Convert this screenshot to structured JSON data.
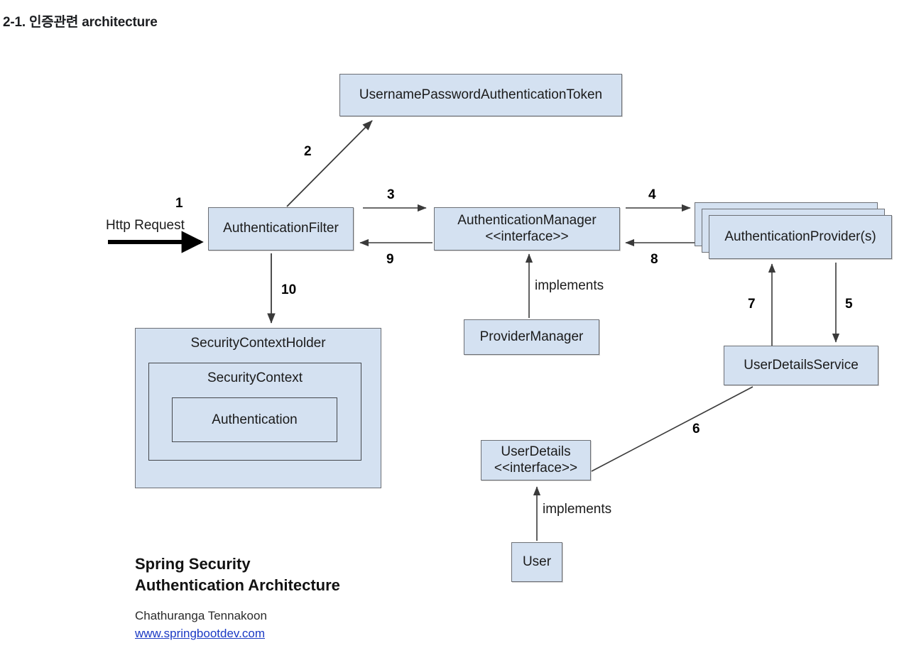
{
  "heading": "2-1. 인증관련 architecture",
  "diagram": {
    "type": "uml-architecture",
    "boxes": {
      "username_password_token": "UsernamePasswordAuthenticationToken",
      "authentication_filter": "AuthenticationFilter",
      "authentication_manager": "AuthenticationManager",
      "authentication_manager_stereotype": "<<interface>>",
      "authentication_provider": "AuthenticationProvider(s)",
      "provider_manager": "ProviderManager",
      "user_details_service": "UserDetailsService",
      "user_details": "UserDetails",
      "user_details_stereotype": "<<interface>>",
      "user": "User",
      "security_context_holder": "SecurityContextHolder",
      "security_context": "SecurityContext",
      "authentication": "Authentication"
    },
    "labels": {
      "http_request": "Http Request",
      "implements_provider_manager": "implements",
      "implements_user": "implements"
    },
    "step_numbers": {
      "n1": "1",
      "n2": "2",
      "n3": "3",
      "n4": "4",
      "n5": "5",
      "n6": "6",
      "n7": "7",
      "n8": "8",
      "n9": "9",
      "n10": "10"
    },
    "colors": {
      "box_fill": "#d4e1f1",
      "box_border": "#6c6f75",
      "arrow": "#3a3a3a",
      "link": "#1a39c4"
    }
  },
  "credit": {
    "title": "Spring Security\nAuthentication Architecture",
    "author": "Chathuranga Tennakoon",
    "url": "www.springbootdev.com"
  }
}
